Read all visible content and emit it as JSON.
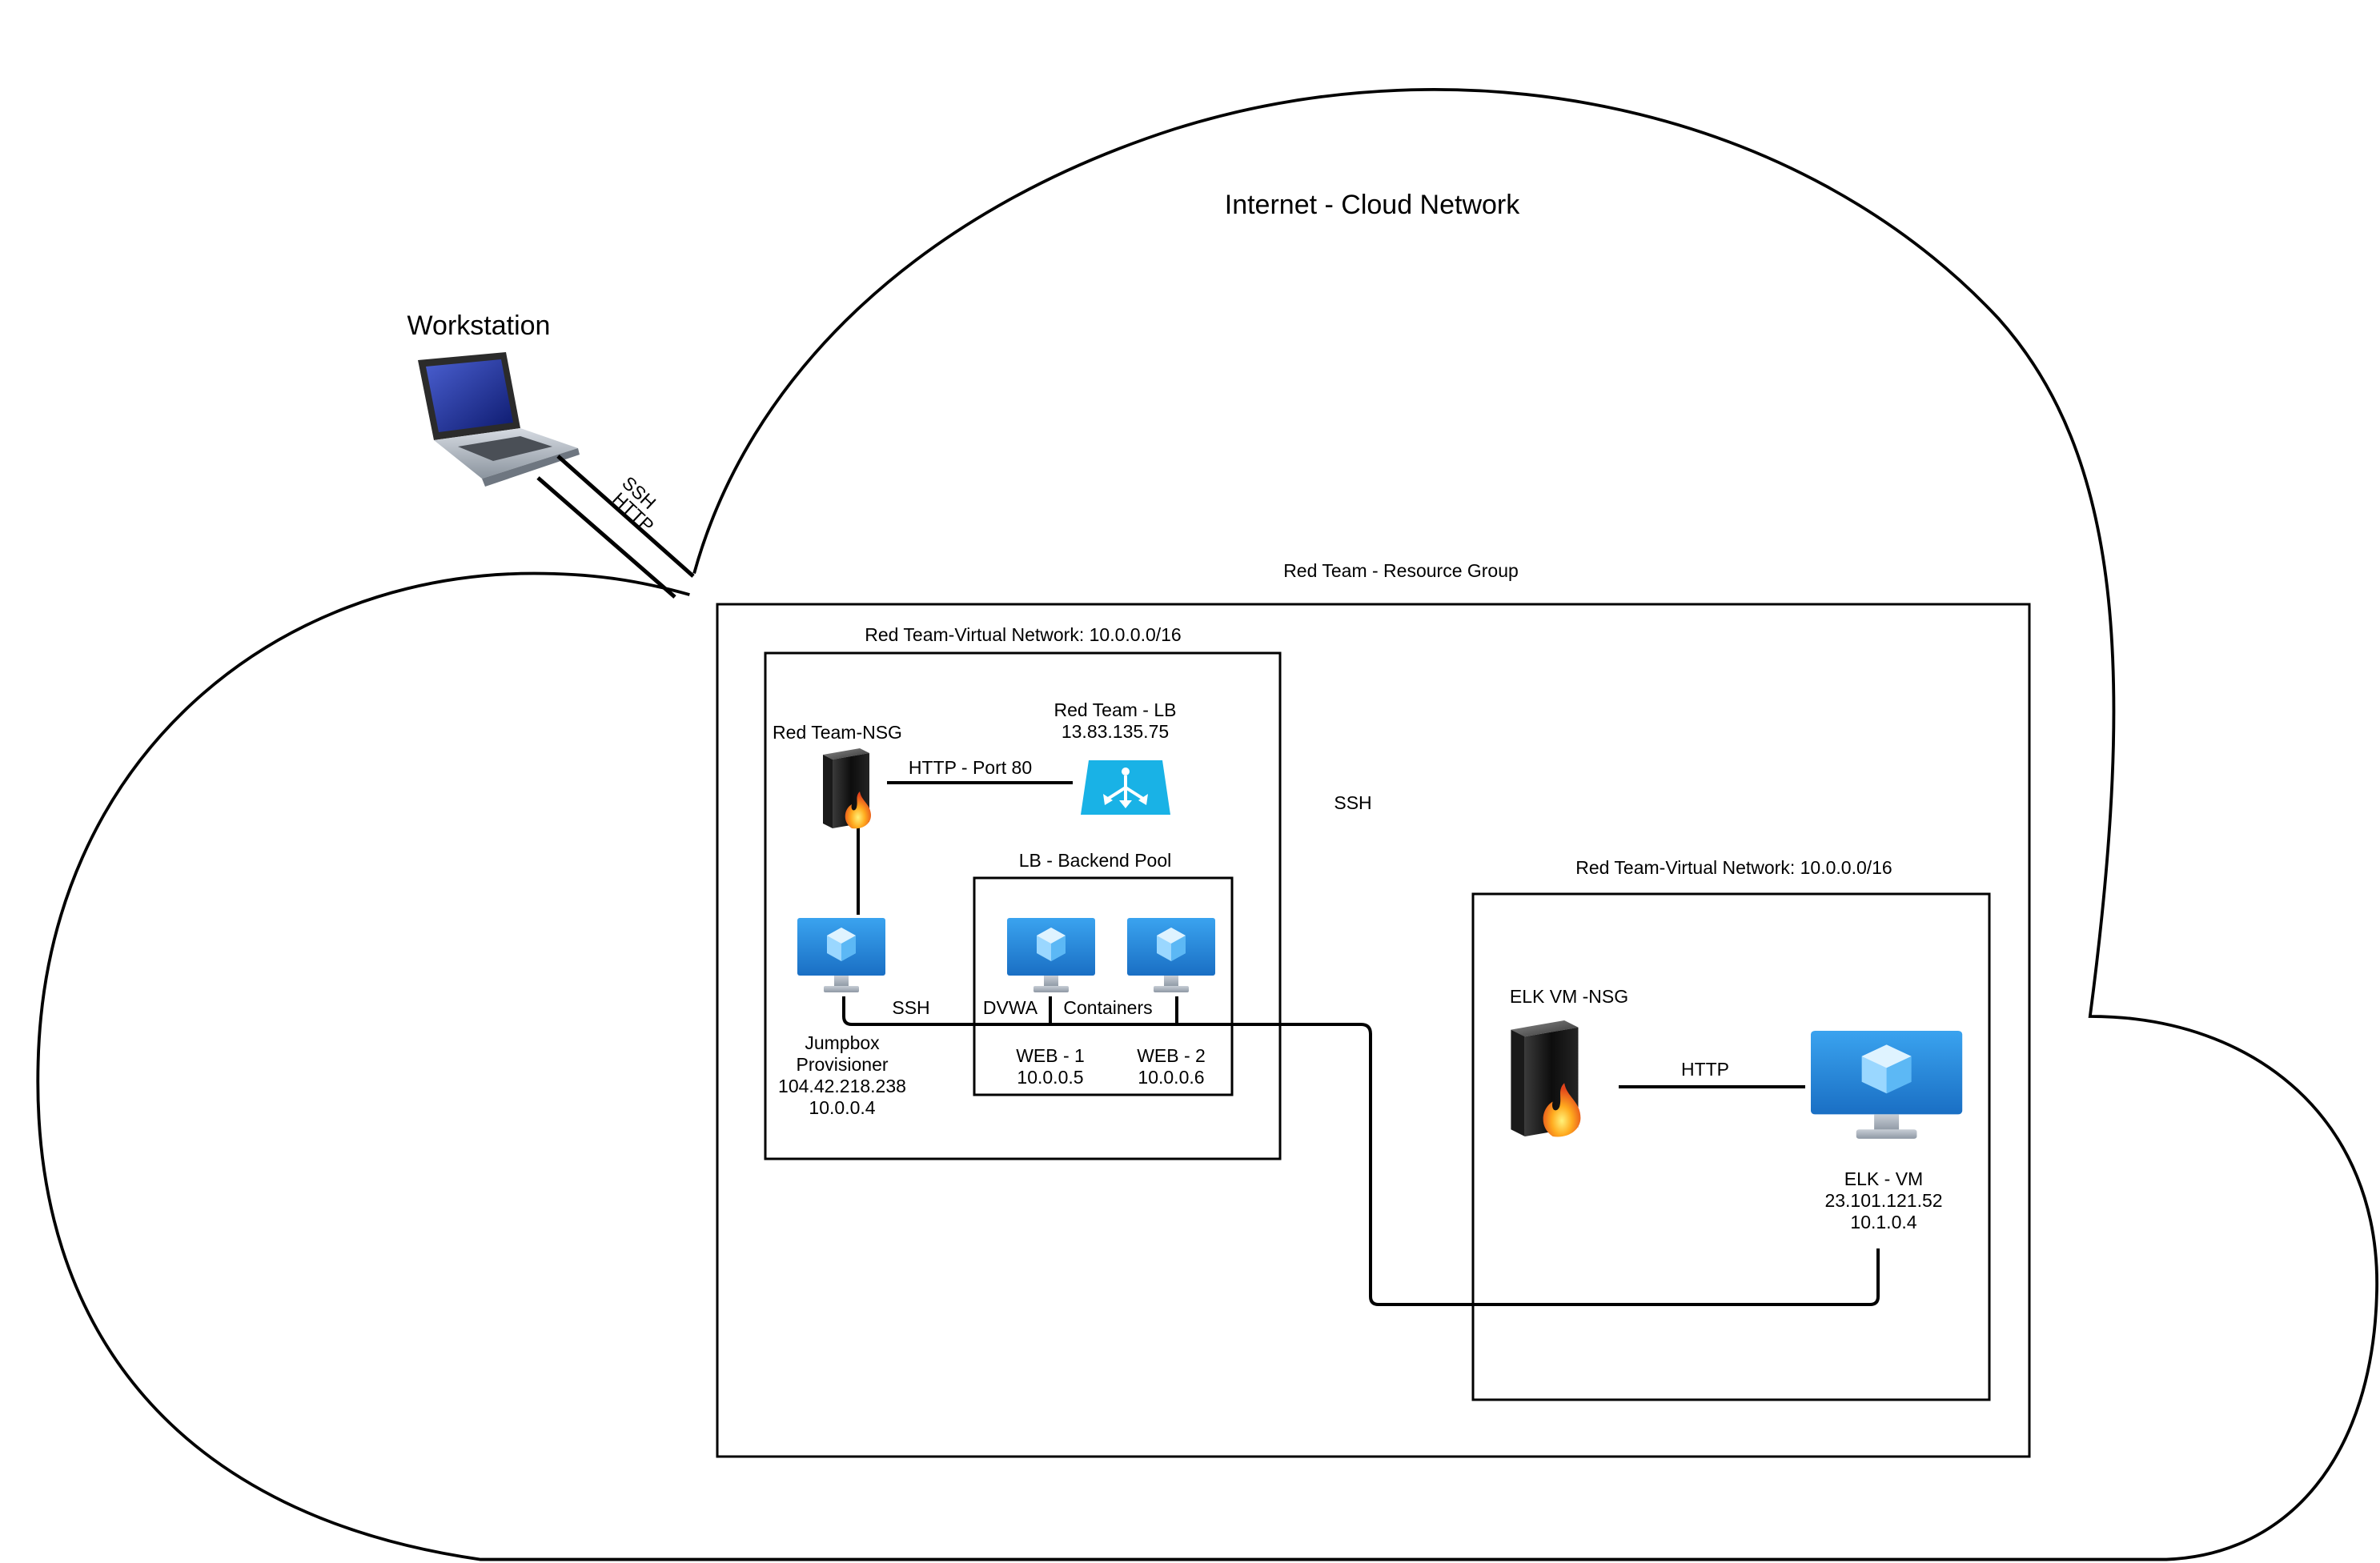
{
  "cloud": {
    "title": "Internet - Cloud Network"
  },
  "workstation": {
    "label": "Workstation",
    "icon": "laptop-icon",
    "link_labels": [
      "SSH",
      "HTTP"
    ]
  },
  "resource_group": {
    "label": "Red Team - Resource Group"
  },
  "vnet1": {
    "label": "Red Team-Virtual Network: 10.0.0.0/16",
    "nsg": {
      "label": "Red Team-NSG",
      "icon": "firewall-icon"
    },
    "lb": {
      "name": "Red Team - LB",
      "ip": "13.83.135.75",
      "icon": "load-balancer-icon"
    },
    "nsg_lb_link": "HTTP - Port 80",
    "jumpbox": {
      "lines": [
        "Jumpbox",
        "Provisioner",
        "104.42.218.238",
        "10.0.0.4"
      ],
      "icon": "vm-monitor-icon"
    },
    "backend_pool": {
      "label": "LB - Backend Pool",
      "web1": {
        "name": "WEB - 1",
        "ip": "10.0.0.5",
        "icon": "vm-monitor-icon"
      },
      "web2": {
        "name": "WEB - 2",
        "ip": "10.0.0.6",
        "icon": "vm-monitor-icon"
      }
    },
    "jump_link_labels": {
      "ssh": "SSH",
      "dvwa": "DVWA",
      "containers": "Containers"
    }
  },
  "ssh_label": "SSH",
  "vnet2": {
    "label": "Red Team-Virtual Network: 10.0.0.0/16",
    "nsg": {
      "label": "ELK VM -NSG",
      "icon": "firewall-icon"
    },
    "link": "HTTP",
    "elk": {
      "lines": [
        "ELK - VM",
        "23.101.121.52",
        "10.1.0.4"
      ],
      "icon": "vm-monitor-icon"
    }
  },
  "colors": {
    "azure_blue": "#1f8ad8",
    "lb_cyan": "#19b2e6",
    "firewall_black": "#111111",
    "flame_orange": "#f27a1a"
  }
}
